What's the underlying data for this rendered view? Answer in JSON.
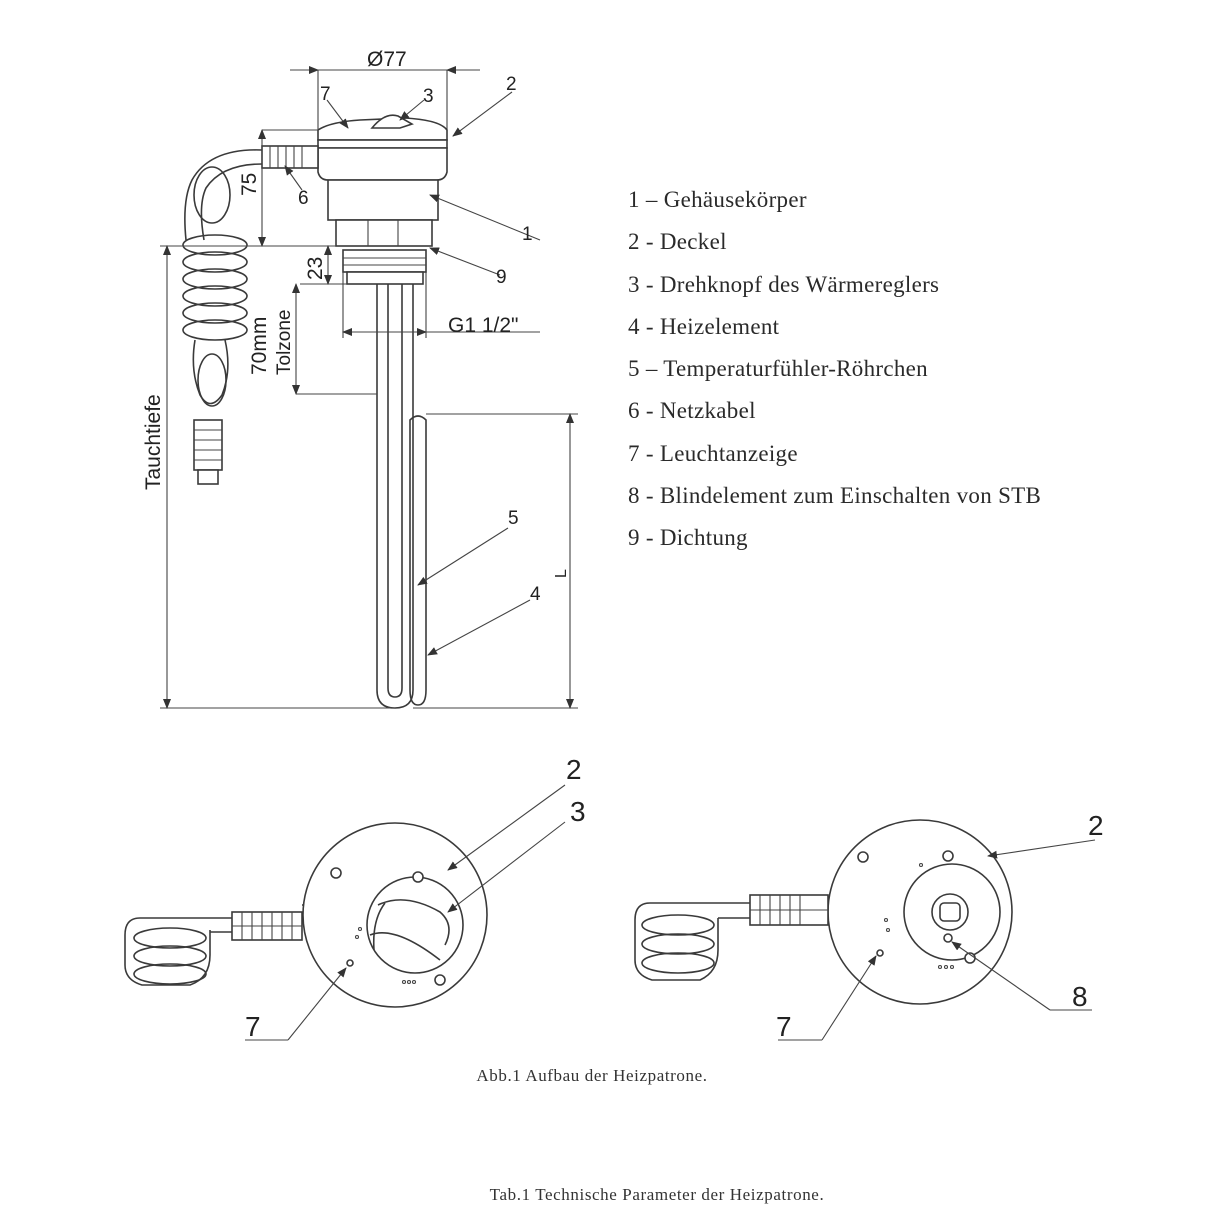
{
  "dimensions": {
    "diameter": "Ø77",
    "height_top": "75",
    "height_thread": "23",
    "thread": "G1 1/2\"",
    "cold_zone_length": "70mm",
    "cold_zone_label": "Tolzone",
    "immersion_depth": "Tauchtiefe",
    "length": "L"
  },
  "callouts": {
    "c1": "1",
    "c2": "2",
    "c3": "3",
    "c4": "4",
    "c5": "5",
    "c6": "6",
    "c7": "7",
    "c9": "9",
    "left_top_2": "2",
    "left_top_3": "3",
    "left_bottom_7": "7",
    "right_top_2": "2",
    "right_bottom_7": "7",
    "right_bottom_8": "8"
  },
  "legend": [
    "1 – Gehäusekörper",
    "2 - Deckel",
    "3 - Drehknopf des Wärmereglers",
    "4 - Heizelement",
    "5 – Temperaturfühler-Röhrchen",
    "6 - Netzkabel",
    "7 - Leuchtanzeige",
    "8 - Blindelement zum Einschalten von STB",
    "9 - Dichtung"
  ],
  "captions": {
    "figure": "Abb.1 Aufbau der Heizpatrone.",
    "table": "Tab.1 Technische Parameter der Heizpatrone."
  }
}
